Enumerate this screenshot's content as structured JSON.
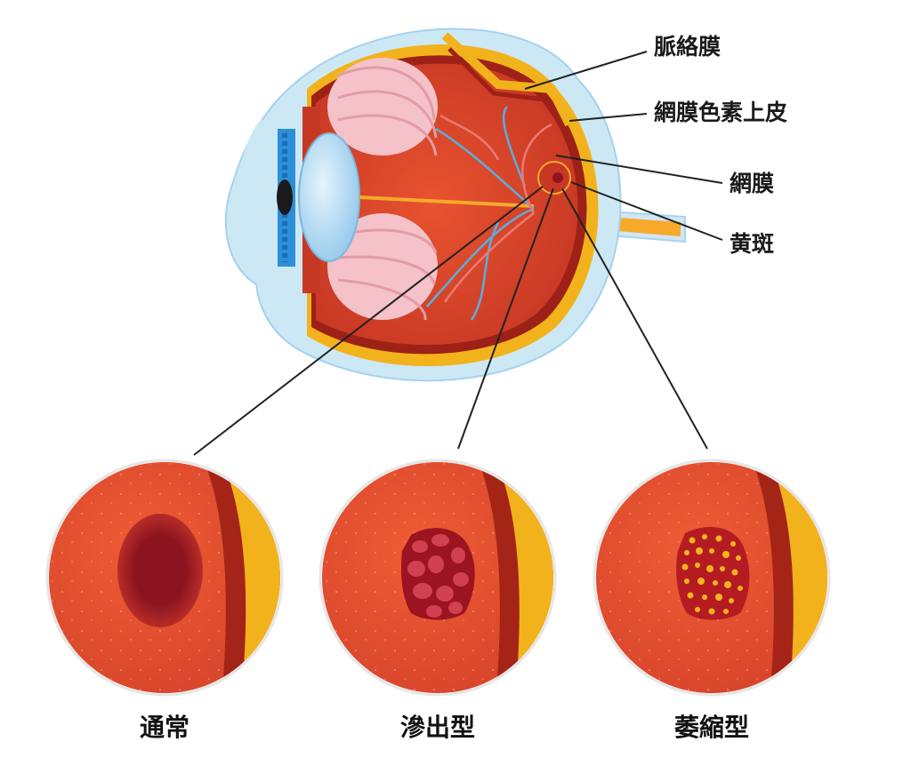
{
  "anatomy_labels": {
    "choroid": "脈絡膜",
    "rpe": "網膜色素上皮",
    "retina": "網膜",
    "macula": "黄斑"
  },
  "conditions": [
    {
      "label": "通常",
      "type": "normal"
    },
    {
      "label": "滲出型",
      "type": "exudative"
    },
    {
      "label": "萎縮型",
      "type": "atrophic"
    }
  ],
  "colors": {
    "sclera_blue": "#cde8f5",
    "choroid_yellow": "#f2b21c",
    "retina_red": "#d8402a",
    "lens_blue": "#b9dcf5",
    "ciliary_pink": "#f4c2c8",
    "iris_blue": "#2d8fd8",
    "macula_dark": "#8e1420",
    "nerve_yellow": "#f7a92a",
    "vessel_blue": "#5aaee0",
    "leader_line": "#222222"
  }
}
